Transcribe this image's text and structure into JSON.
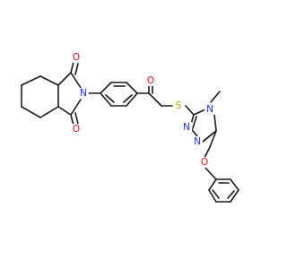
{
  "molecule": {
    "atoms": {
      "o_imide_top": {
        "label": "O",
        "color": "#e01010"
      },
      "o_imide_bottom": {
        "label": "O",
        "color": "#e01010"
      },
      "n_imide": {
        "label": "N",
        "color": "#2030e0"
      },
      "o_ketone": {
        "label": "O",
        "color": "#e01010"
      },
      "s_thioether": {
        "label": "S",
        "color": "#b8a000"
      },
      "n_triazole_4": {
        "label": "N",
        "color": "#2030e0"
      },
      "n_triazole_1": {
        "label": "N",
        "color": "#2030e0"
      },
      "n_triazole_2": {
        "label": "N",
        "color": "#2030e0"
      },
      "o_ether": {
        "label": "O",
        "color": "#e01010"
      }
    },
    "bond_color": "#1a1a1a"
  }
}
